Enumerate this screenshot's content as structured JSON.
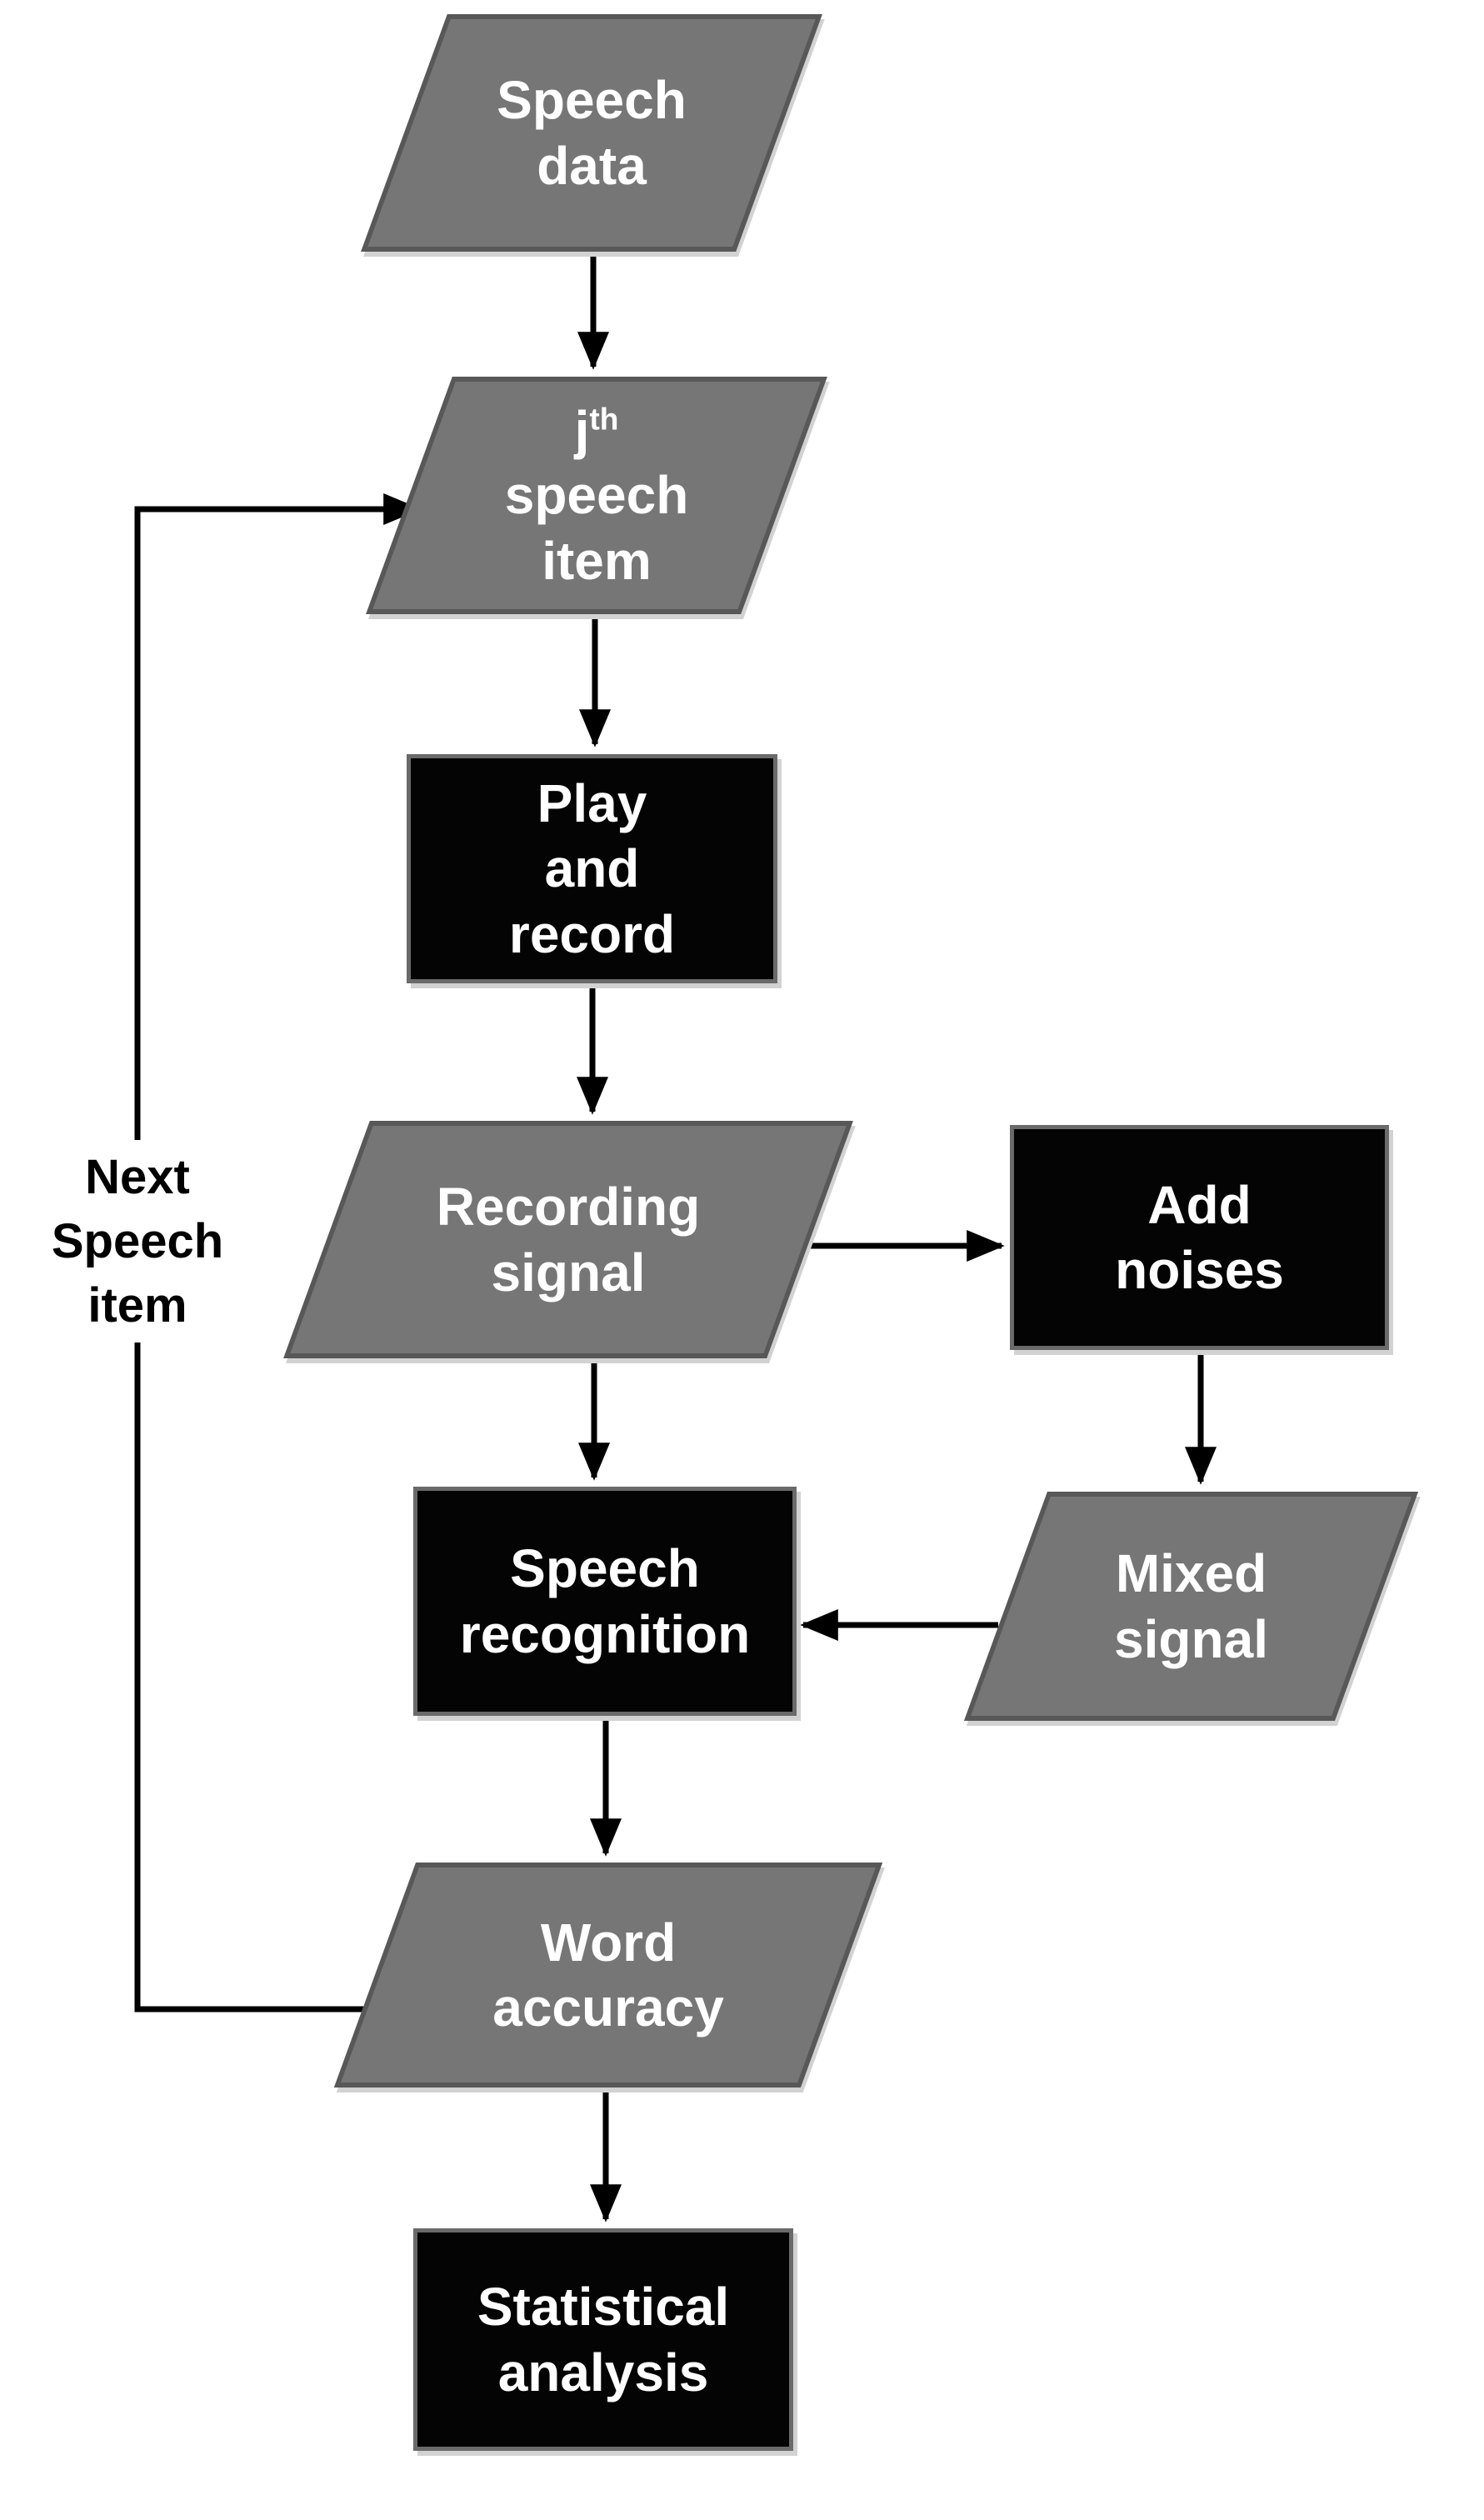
{
  "diagram": {
    "description": "Speech recognition evaluation flowchart",
    "colors": {
      "background": "#ffffff",
      "io_shape_fill": "#767676",
      "io_shape_border": "#585858",
      "process_fill": "#040404",
      "process_border": "#6a6a6a",
      "node_text": "#ffffff",
      "edge_label_text": "#000000",
      "arrow": "#000000"
    },
    "nodes": {
      "speech_data": {
        "shape": "parallelogram",
        "label": "Speech\ndata"
      },
      "jth_speech_item": {
        "shape": "parallelogram",
        "prefix": "j",
        "sup": "th",
        "rest": "speech\nitem"
      },
      "play_and_record": {
        "shape": "process",
        "label": "Play\nand\nrecord"
      },
      "recording_signal": {
        "shape": "parallelogram",
        "label": "Recording\nsignal"
      },
      "add_noises": {
        "shape": "process",
        "label": "Add\nnoises"
      },
      "mixed_signal": {
        "shape": "parallelogram",
        "label": "Mixed\nsignal"
      },
      "speech_recognition": {
        "shape": "process",
        "label": "Speech\nrecognition"
      },
      "word_accuracy": {
        "shape": "parallelogram",
        "label": "Word\naccuracy"
      },
      "statistical_analysis": {
        "shape": "process",
        "label": "Statistical\nanalysis"
      }
    },
    "edges": {
      "speech_data_to_jth": "down",
      "jth_to_play_record": "down",
      "play_record_to_recording": "down",
      "recording_to_add_noises": "right",
      "add_noises_to_mixed": "down",
      "mixed_to_speech_recognition": "left",
      "recording_to_speech_recognition": "down",
      "speech_recognition_to_word_accuracy": "down",
      "word_accuracy_to_statistical": "down",
      "word_accuracy_loop_to_jth": "left-up-right"
    },
    "edge_label": {
      "next_speech_item": "Next\nSpeech\nitem"
    }
  }
}
